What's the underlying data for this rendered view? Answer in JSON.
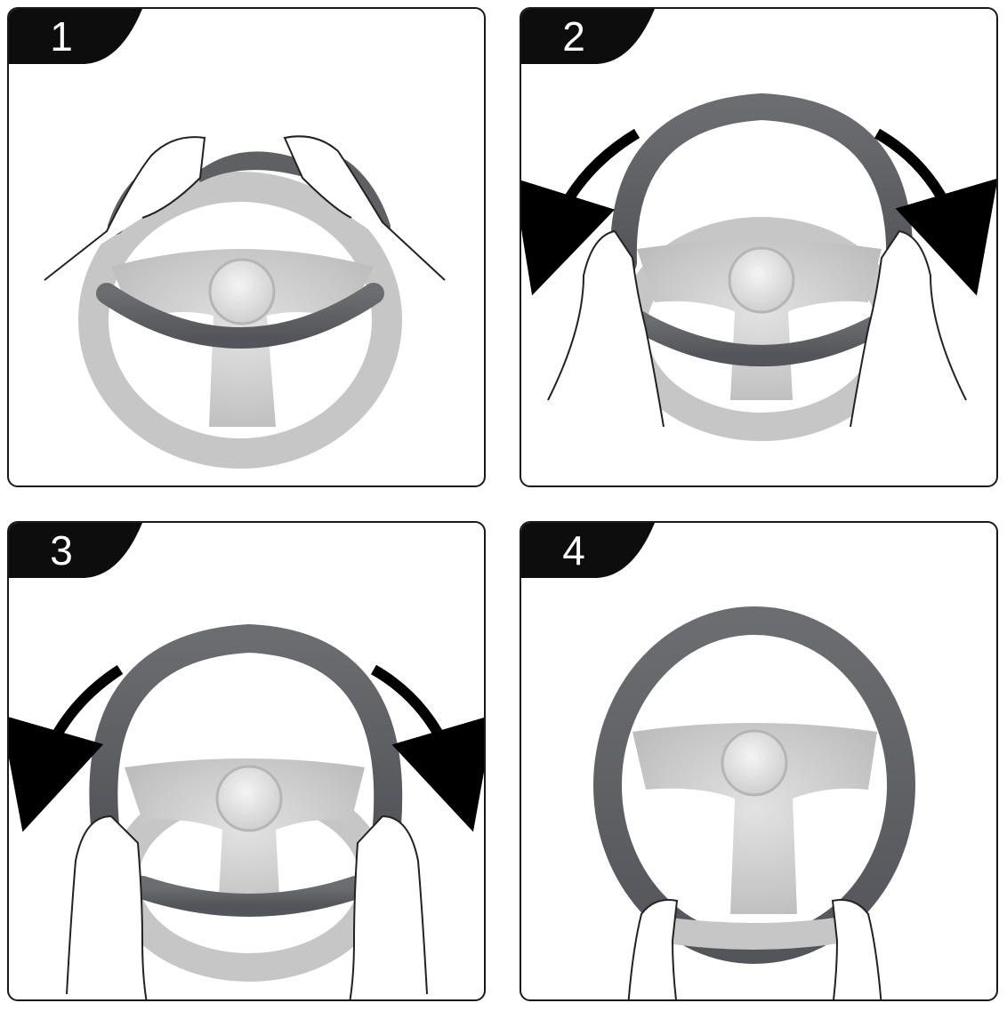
{
  "steps": [
    {
      "number": "1"
    },
    {
      "number": "2"
    },
    {
      "number": "3"
    },
    {
      "number": "4"
    }
  ],
  "colors": {
    "border": "#1a1a1a",
    "tab": "#0d0d0d",
    "cover": "#5f6064",
    "wheel_light": "#c9c9c9",
    "hub": "#e9e9e9",
    "arrow": "#000000"
  }
}
